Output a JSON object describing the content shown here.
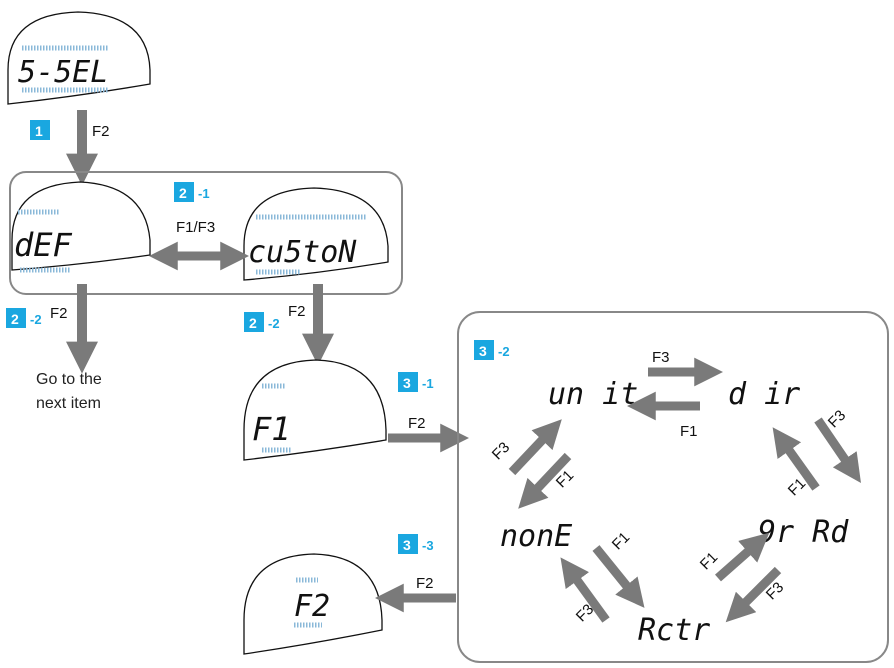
{
  "colors": {
    "arrow": "#7a7a7a",
    "badge": "#1aa7e0",
    "box_stroke": "#888888",
    "lcd_segments": "#8ab8d8"
  },
  "displays": {
    "s_sel": "5-5EL",
    "def": "dEF",
    "custom": "cu5toN",
    "f1": "F1",
    "f2": "F2"
  },
  "keys": {
    "k1": "F2",
    "k21": "F1/F3",
    "k22_left": "F2",
    "k22_right": "F2",
    "k31": "F2",
    "k33": "F2",
    "unit_dir": "F3",
    "dir_unit": "F1",
    "dir_grad_f3": "F3",
    "grad_dir_f1": "F1",
    "grad_actr_f3": "F3",
    "actr_grad_f1": "F1",
    "actr_none_f1": "F1",
    "none_actr_f3": "F3",
    "none_unit_f3": "F3",
    "unit_none_f1": "F1"
  },
  "badges": {
    "b1": {
      "num": "1",
      "suffix": ""
    },
    "b21": {
      "num": "2",
      "suffix": "-1"
    },
    "b22a": {
      "num": "2",
      "suffix": "-2"
    },
    "b22b": {
      "num": "2",
      "suffix": "-2"
    },
    "b31": {
      "num": "3",
      "suffix": "-1"
    },
    "b32": {
      "num": "3",
      "suffix": "-2"
    },
    "b33": {
      "num": "3",
      "suffix": "-3"
    }
  },
  "note": {
    "line1": "Go to the",
    "line2": "next item"
  },
  "cycle": {
    "unit": "un it",
    "dir": "d ir",
    "grad": "9r Rd",
    "actr": "Rctr",
    "none": "nonE"
  }
}
